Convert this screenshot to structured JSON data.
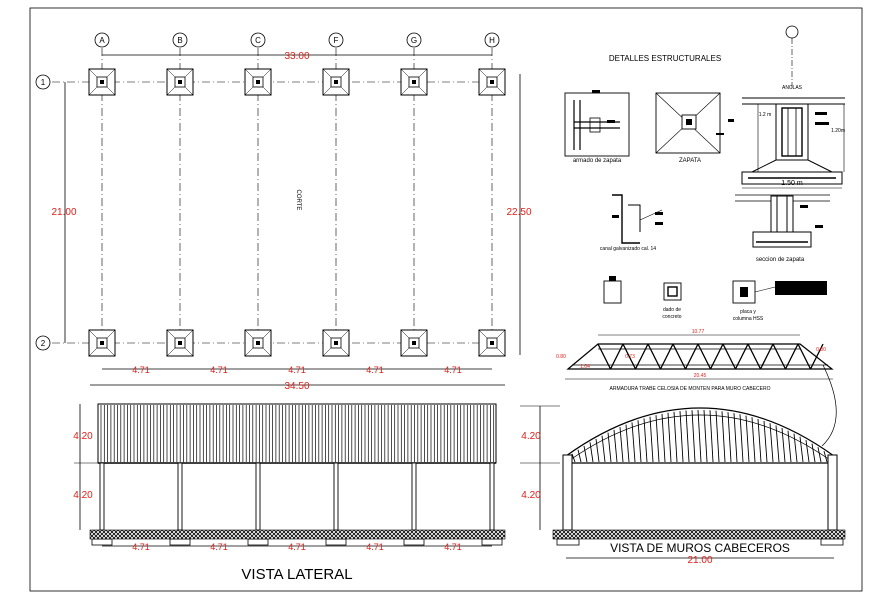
{
  "plan": {
    "column_axes": [
      "A",
      "B",
      "C",
      "F",
      "G",
      "H"
    ],
    "row_axes": [
      "1",
      "2"
    ],
    "dim_top": "33.00",
    "dim_left": "21.00",
    "dim_right": "22.50",
    "dim_bottom_spans": [
      "4.71",
      "4.71",
      "4.71",
      "4.71",
      "4.71"
    ],
    "dim_bottom_total": "34.50",
    "section_label": "CORTE"
  },
  "details": {
    "title": "DETALLES ESTRUCTURALES",
    "footing_rebar_label": "armado de zapata",
    "footing_label": "ZAPATA",
    "anchor_label": "ANCLAS",
    "footing_width": "1.50 m",
    "depth_a": "1.2 m",
    "depth_b": "1.20m",
    "channel_label": "canal galvanizado cal. 14",
    "footing_section_label": "seccion de zapata",
    "pedestal_label_1": "dado de",
    "pedestal_label_2": "concreto",
    "plate_label_1": "placa y",
    "plate_label_2": "columna HSS"
  },
  "truss": {
    "caption": "ARMADURA TRABE CELOSIA DE MONTEN PARA MURO CABECERO",
    "top_dim": "10.77",
    "left_height": "0.80",
    "right_height": "0.80",
    "bottom_dim": "20.45",
    "inner_1": "1.04",
    "inner_2": "0.73"
  },
  "lateral": {
    "title": "VISTA LATERAL",
    "height_top": "4.20",
    "height_bottom": "4.20",
    "spans": [
      "4.71",
      "4.71",
      "4.71",
      "4.71",
      "4.71"
    ]
  },
  "end_view": {
    "title": "VISTA DE MUROS CABECEROS",
    "height_top": "4.20",
    "height_bottom": "4.20",
    "width": "21.00"
  },
  "colors": {
    "dimension": "#e0201a",
    "line": "#000000"
  }
}
